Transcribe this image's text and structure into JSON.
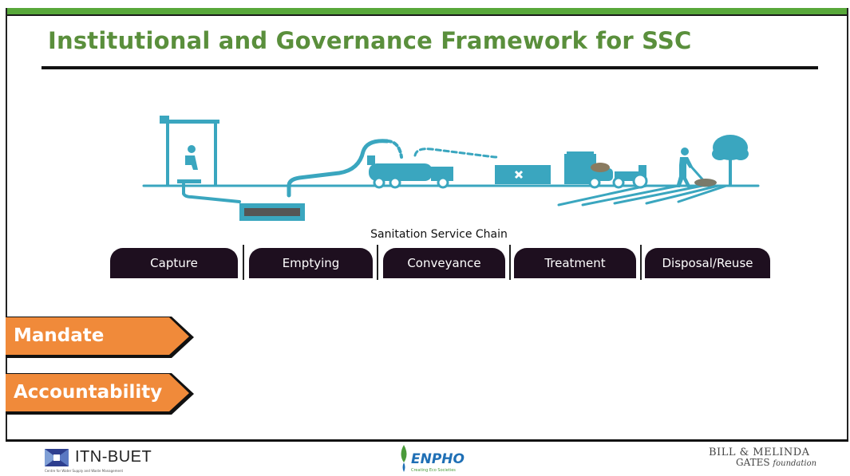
{
  "slide": {
    "title": "Institutional and Governance Framework for SSC",
    "chain_label": "Sanitation Service Chain",
    "stages": [
      "Capture",
      "Emptying",
      "Conveyance",
      "Treatment",
      "Disposal/Reuse"
    ],
    "tabs": [
      "Mandate",
      "Accountability"
    ]
  },
  "footer": {
    "left_logo": "ITN-BUET",
    "left_sub": "Centre for Water Supply and Waste Management",
    "center_logo": "ENPHO",
    "center_sub": "Creating Eco Societies",
    "right_logo_line1": "BILL & MELINDA",
    "right_logo_line2": "GATES",
    "right_logo_line2_suffix": "foundation"
  },
  "colors": {
    "accent_green": "#58a83a",
    "title_green": "#5a8f3c",
    "illustration_teal": "#3aa6bf",
    "stage_bg": "#1e0f1f",
    "tab_orange": "#f08a3a"
  },
  "icons": [
    "toilet-icon",
    "pit-tank-icon",
    "vacuum-truck-icon",
    "treatment-plant-icon",
    "tractor-icon",
    "farmer-icon",
    "tree-icon"
  ]
}
